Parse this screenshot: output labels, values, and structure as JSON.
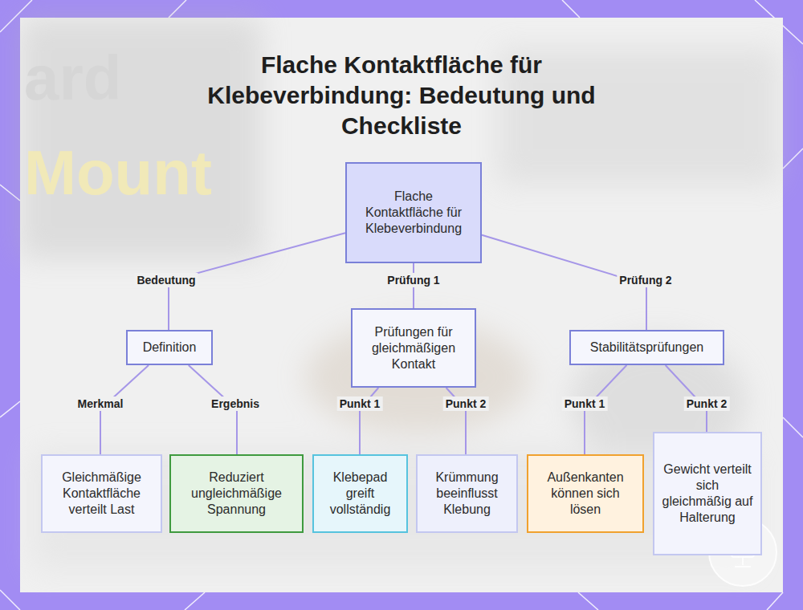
{
  "diagram": {
    "title": "Flache Kontaktfläche für Klebeverbindung: Bedeutung und Checkliste",
    "nodes": [
      {
        "text": [
          "Flache Kontaktfläche für Klebeverbindung"
        ]
      },
      {
        "text": [
          "Definition"
        ]
      },
      {
        "text": [
          "Prüfungen für gleichmäßigen Kontakt"
        ]
      },
      {
        "text": [
          "Stabilitätsprüfungen"
        ]
      },
      {
        "text": [
          "Gleichmäßige Kontaktfläche verteilt Last"
        ]
      },
      {
        "text": [
          "Reduziert ungleichmäßige Spannung"
        ]
      },
      {
        "text": [
          "Klebepad greift vollständig"
        ]
      },
      {
        "text": [
          "Krümmung beeinflusst Klebung"
        ]
      },
      {
        "text": [
          "Außenkanten können sich lösen"
        ]
      },
      {
        "text": [
          "Gewicht verteilt sich gleichmäßig auf Halterung"
        ]
      }
    ],
    "edges": [
      {
        "from": 0,
        "to": 1,
        "label": "Bedeutung",
        "arrow": "none"
      },
      {
        "from": 0,
        "to": 2,
        "label": "Prüfung 1",
        "arrow": "none"
      },
      {
        "from": 0,
        "to": 3,
        "label": "Prüfung 2",
        "arrow": "none"
      },
      {
        "from": 1,
        "to": 4,
        "label": "Merkmal",
        "arrow": "none"
      },
      {
        "from": 1,
        "to": 5,
        "label": "Ergebnis",
        "arrow": "none"
      },
      {
        "from": 2,
        "to": 6,
        "label": "Punkt 1",
        "arrow": "none"
      },
      {
        "from": 2,
        "to": 7,
        "label": "Punkt 2",
        "arrow": "none"
      },
      {
        "from": 3,
        "to": 8,
        "label": "Punkt 1",
        "arrow": "none"
      },
      {
        "from": 3,
        "to": 9,
        "label": "Punkt 2",
        "arrow": "none"
      }
    ],
    "labels": [
      "ard",
      "Mount"
    ]
  }
}
